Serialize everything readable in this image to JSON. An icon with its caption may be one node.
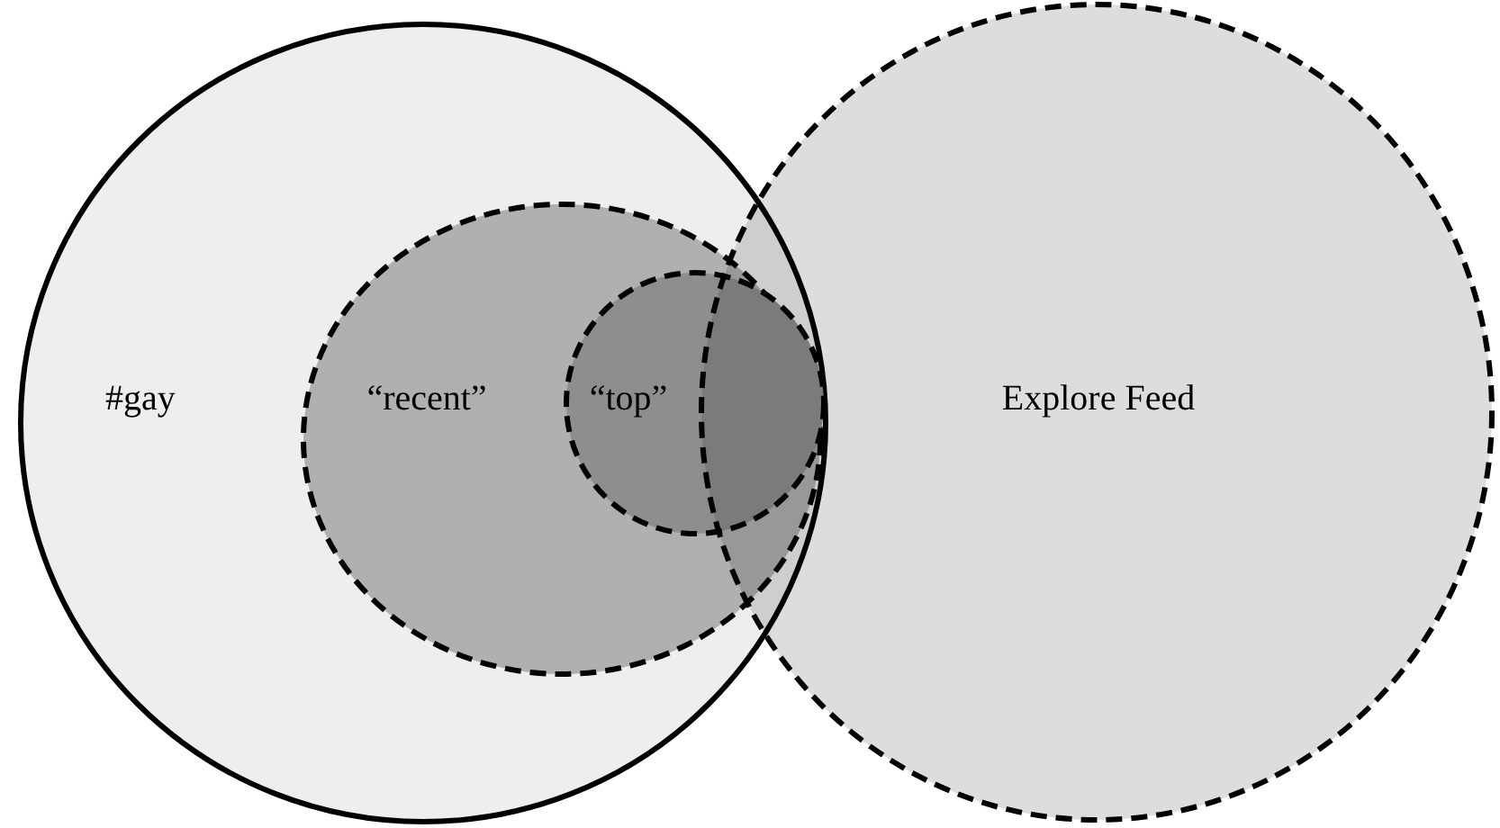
{
  "diagram": {
    "nodes": [
      {
        "text": [
          "#gay"
        ]
      },
      {
        "text": [
          "“recent”"
        ],
        "in": 0
      },
      {
        "text": [
          "“top”"
        ],
        "in": 1
      },
      {
        "text": [
          "Explore Feed"
        ]
      }
    ],
    "edges": []
  }
}
